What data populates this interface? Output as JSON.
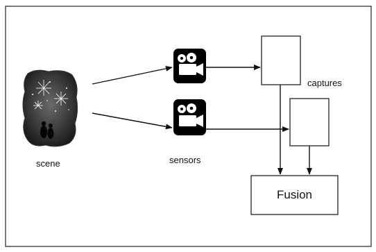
{
  "labels": {
    "scene": "scene",
    "sensors": "sensors",
    "captures": "captures",
    "fusion": "Fusion"
  },
  "icons": {
    "scene": "fireworks-scene-image",
    "sensor": "video-camera-icon"
  },
  "colors": {
    "line": "#111111",
    "box_fill": "#ffffff",
    "camera_tile": "#000000",
    "scene_bg": "#3a3a3a"
  }
}
